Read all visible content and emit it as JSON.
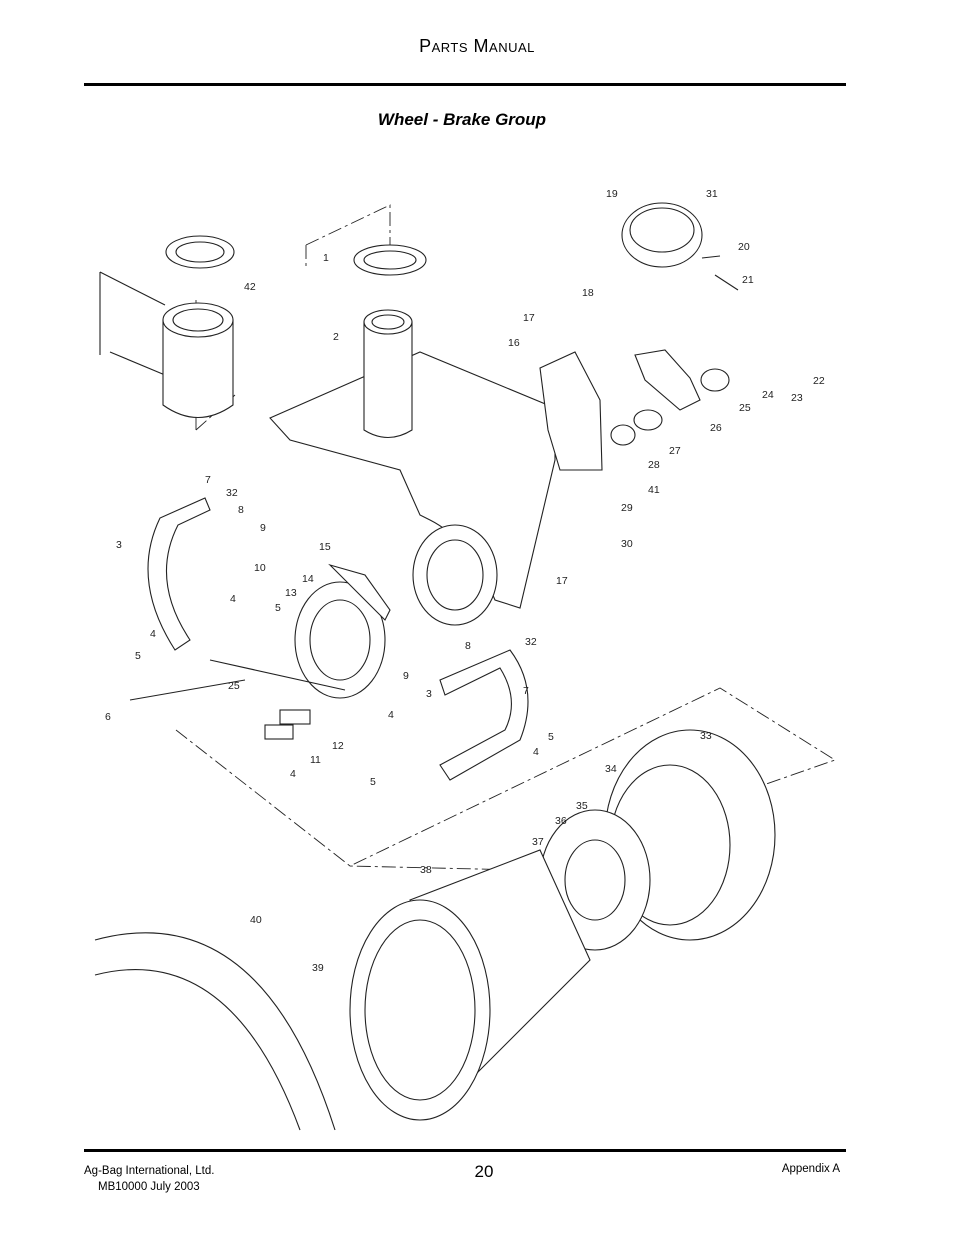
{
  "header": {
    "title": "Parts Manual"
  },
  "section": {
    "title": "Wheel - Brake  Group"
  },
  "diagram": {
    "callouts": [
      "1",
      "2",
      "3",
      "3",
      "4",
      "4",
      "4",
      "4",
      "4",
      "5",
      "5",
      "5",
      "5",
      "6",
      "7",
      "7",
      "8",
      "8",
      "9",
      "9",
      "10",
      "11",
      "12",
      "13",
      "14",
      "15",
      "16",
      "17",
      "17",
      "18",
      "19",
      "20",
      "21",
      "22",
      "23",
      "24",
      "25",
      "25",
      "26",
      "27",
      "28",
      "29",
      "30",
      "31",
      "32",
      "32",
      "33",
      "34",
      "35",
      "36",
      "37",
      "38",
      "39",
      "40",
      "41",
      "42"
    ]
  },
  "footer": {
    "company": "Ag-Bag International, Ltd.",
    "manual_id": "MB10000 July 2003",
    "page_number": "20",
    "appendix": "Appendix A"
  }
}
